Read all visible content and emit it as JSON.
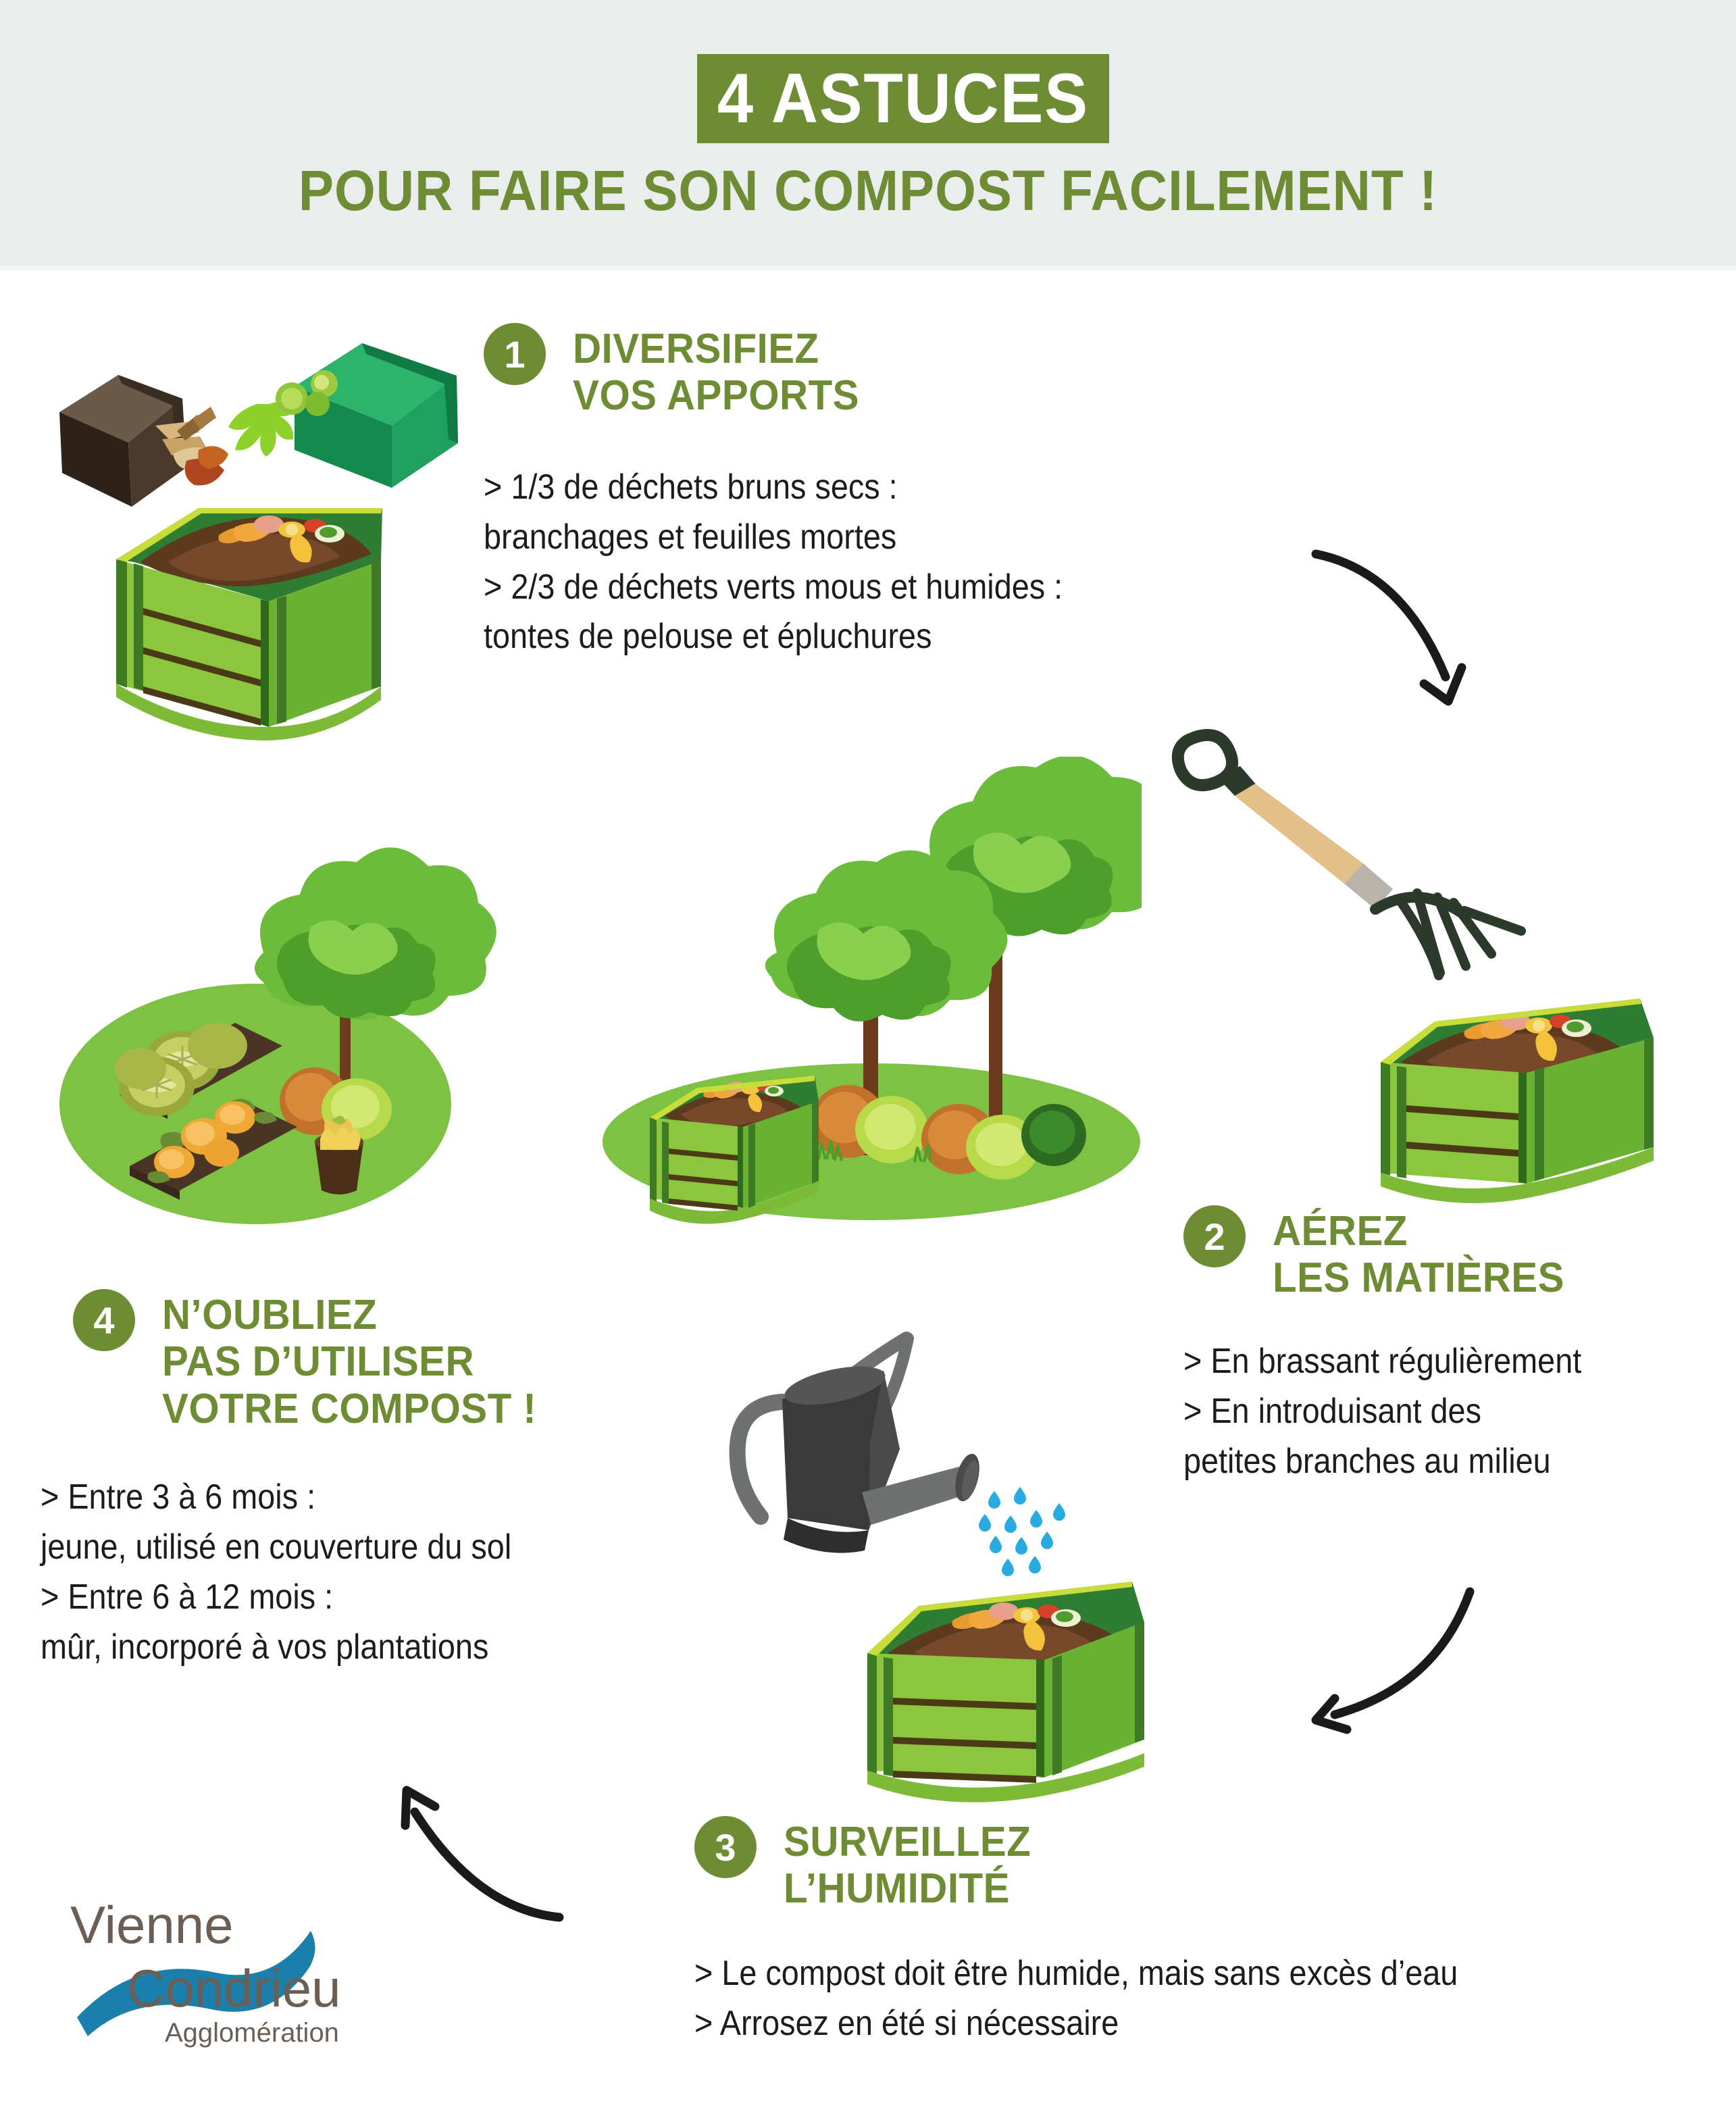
{
  "header": {
    "badge_title": "4 ASTUCES",
    "subtitle": "POUR FAIRE SON COMPOST FACILEMENT !",
    "badge_bg": "#6d8c33",
    "band_bg": "#e9edec",
    "accent_green": "#6d8c33"
  },
  "steps": [
    {
      "number": "1",
      "title": "DIVERSIFIEZ\nVOS APPORTS",
      "body": "> 1/3 de déchets bruns secs :\nbranchages et feuilles mortes\n> 2/3 de déchets verts mous et humides :\ntontes de pelouse et épluchures"
    },
    {
      "number": "2",
      "title": "AÉREZ\nLES MATIÈRES",
      "body": "> En brassant régulièrement\n> En introduisant des\npetites branches au milieu"
    },
    {
      "number": "3",
      "title": "SURVEILLEZ\nL’HUMIDITÉ",
      "body": "> Le compost doit être humide, mais sans excès d’eau\n> Arrosez en été si nécessaire"
    },
    {
      "number": "4",
      "title": "N’OUBLIEZ\nPAS D’UTILISER\nVOTRE COMPOST !",
      "body": "> Entre 3 à 6 mois :\njeune, utilisé en couverture du sol\n> Entre 6 à 12 mois :\nmûr, incorporé à vos plantations"
    }
  ],
  "logo": {
    "line1": "Vienne",
    "line2": "Condrieu",
    "line3": "Agglomération",
    "text_color": "#6b5e54",
    "swoosh_color": "#1b7fab"
  },
  "illustrations": {
    "bin_front": "#8cc63e",
    "bin_side": "#5aa630",
    "bin_post": "#3f7a25",
    "bin_rim": "#c8dd3a",
    "bin_inner": "#2e7d32",
    "compost_soil": "#5c3a1e",
    "brown_box": "#4a3a2c",
    "green_box": "#1fa05f",
    "lawn": "#7dc242",
    "tool_metal": "#2b3a2b",
    "tool_wood": "#e3c08a",
    "watering_can": "#3a3a3a",
    "water_drop": "#29abe2",
    "arrow": "#1a1a1a"
  }
}
